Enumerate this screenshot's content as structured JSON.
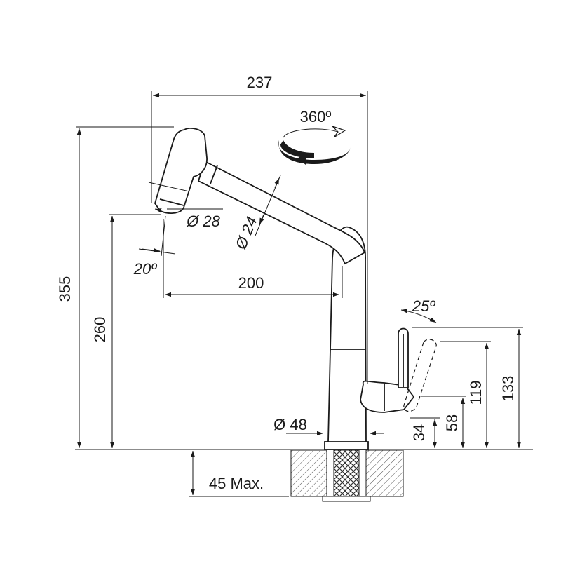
{
  "dimensions": {
    "width_overall": "237",
    "rotation": "360º",
    "height_overall": "355",
    "height_spout": "260",
    "spray_head_diameter": "Ø 28",
    "spout_diameter": "Ø 24",
    "spray_angle": "20º",
    "reach": "200",
    "lever_angle": "25º",
    "base_diameter": "Ø 48",
    "lever_133": "133",
    "lever_119": "119",
    "lever_58": "58",
    "lever_34": "34",
    "deck_thickness": "45 Max."
  },
  "colors": {
    "line": "#1a1a1a",
    "background": "#ffffff"
  }
}
